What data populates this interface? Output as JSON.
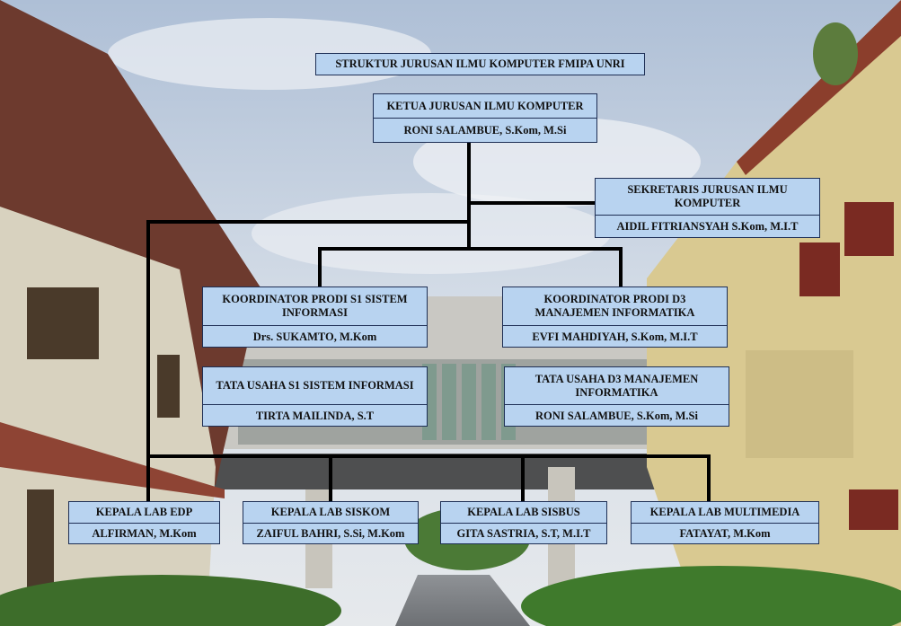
{
  "title": "STRUKTUR JURUSAN ILMU KOMPUTER FMIPA UNRI",
  "ketua": {
    "role": "KETUA JURUSAN ILMU KOMPUTER",
    "name": "RONI SALAMBUE, S.Kom, M.Si"
  },
  "sekretaris": {
    "role": "SEKRETARIS JURUSAN ILMU KOMPUTER",
    "name": "AIDIL FITRIANSYAH S.Kom, M.I.T"
  },
  "koord_s1": {
    "role": "KOORDINATOR PRODI S1 SISTEM INFORMASI",
    "name": "Drs. SUKAMTO, M.Kom"
  },
  "koord_d3": {
    "role": "KOORDINATOR PRODI D3 MANAJEMEN INFORMATIKA",
    "name": "EVFI MAHDIYAH, S.Kom, M.I.T"
  },
  "tu_s1": {
    "role": "TATA USAHA S1 SISTEM INFORMASI",
    "name": "TIRTA MAILINDA, S.T"
  },
  "tu_d3": {
    "role": "TATA USAHA D3 MANAJEMEN INFORMATIKA",
    "name": "RONI SALAMBUE, S.Kom, M.Si"
  },
  "lab_edp": {
    "role": "KEPALA LAB EDP",
    "name": "ALFIRMAN, M.Kom"
  },
  "lab_siskom": {
    "role": "KEPALA LAB SISKOM",
    "name": "ZAIFUL BAHRI, S.Si, M.Kom"
  },
  "lab_sisbus": {
    "role": "KEPALA LAB SISBUS",
    "name": "GITA SASTRIA, S.T, M.I.T"
  },
  "lab_multimedia": {
    "role": "KEPALA LAB MULTIMEDIA",
    "name": "FATAYAT, M.Kom"
  },
  "colors": {
    "box": "#b8d3f0",
    "border": "#1e2f55",
    "connector": "#000000"
  }
}
